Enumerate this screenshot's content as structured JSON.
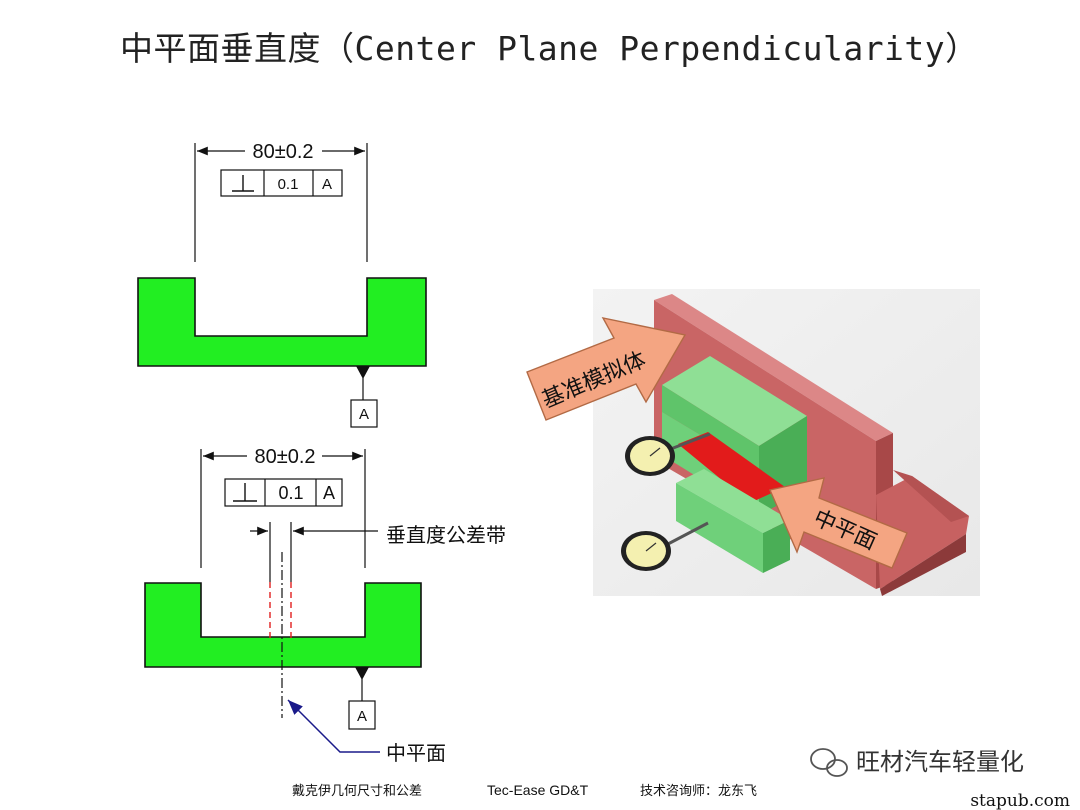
{
  "title": "中平面垂直度（Center Plane Perpendicularity）",
  "top_drawing": {
    "dimension": "80±0.2",
    "fcf": {
      "symbol": "⊥",
      "tolerance": "0.1",
      "datum": "A"
    },
    "datum_label": "A"
  },
  "bottom_drawing": {
    "dimension": "80±0.2",
    "fcf": {
      "symbol": "⊥",
      "tolerance": "0.1",
      "datum": "A"
    },
    "datum_label": "A",
    "tolerance_zone_label": "垂直度公差带",
    "center_plane_label": "中平面"
  },
  "illustration": {
    "datum_simulator_label": "基准模拟体",
    "center_plane_label": "中平面"
  },
  "footer": {
    "left": "戴克伊几何尺寸和公差",
    "middle": "Tec-Ease GD&T",
    "right": "技术咨询师：龙东飞"
  },
  "watermark": "旺材汽车轻量化",
  "site": "stapub.com",
  "colors": {
    "part_fill": "#22ee22",
    "arrow_fill": "#f4a582",
    "wall": "#c86464",
    "part3d": "#6fd07a",
    "plane": "#e21b1b"
  }
}
